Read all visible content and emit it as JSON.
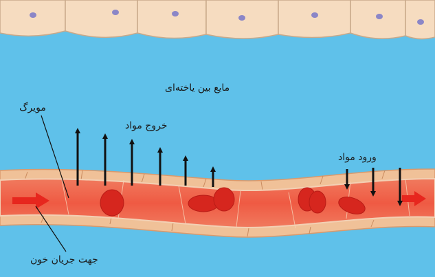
{
  "labels": {
    "interstitial_fluid": "مایع بین یاخته‌ای",
    "capillary": "مویرگ",
    "substances_out": "خروج مواد",
    "substances_in": "ورود مواد",
    "blood_flow_direction": "جهت جریان خون"
  },
  "colors": {
    "fluid": "#5fc1ea",
    "cell": "#f6dcc0",
    "cell_border": "#c9a98a",
    "nucleus": "#8b86c7",
    "capillary_wall": "#f0c198",
    "blood": "#ee4a3a",
    "red_cell": "#d6261e",
    "arrow": "#111111"
  },
  "icons": {
    "flow_arrows": "right-arrow",
    "exchange_arrows": "vertical-arrow"
  }
}
